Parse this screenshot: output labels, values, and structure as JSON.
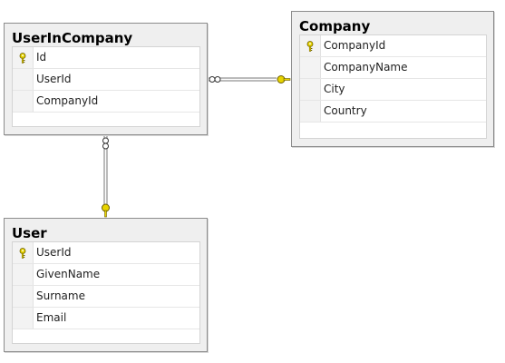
{
  "tables": {
    "user_in_company": {
      "title": "UserInCompany",
      "columns": [
        {
          "name": "Id",
          "primary_key": true
        },
        {
          "name": "UserId",
          "primary_key": false
        },
        {
          "name": "CompanyId",
          "primary_key": false
        }
      ]
    },
    "company": {
      "title": "Company",
      "columns": [
        {
          "name": "CompanyId",
          "primary_key": true
        },
        {
          "name": "CompanyName",
          "primary_key": false
        },
        {
          "name": "City",
          "primary_key": false
        },
        {
          "name": "Country",
          "primary_key": false
        }
      ]
    },
    "user": {
      "title": "User",
      "columns": [
        {
          "name": "UserId",
          "primary_key": true
        },
        {
          "name": "GivenName",
          "primary_key": false
        },
        {
          "name": "Surname",
          "primary_key": false
        },
        {
          "name": "Email",
          "primary_key": false
        }
      ]
    }
  },
  "relationships": [
    {
      "from": "UserInCompany",
      "to": "Company",
      "from_end": "many-icon",
      "to_end": "key-icon"
    },
    {
      "from": "UserInCompany",
      "to": "User",
      "from_end": "many-icon",
      "to_end": "key-icon"
    }
  ],
  "colors": {
    "key": "#e8d400",
    "key_outline": "#6b5d00",
    "line": "#707070"
  }
}
